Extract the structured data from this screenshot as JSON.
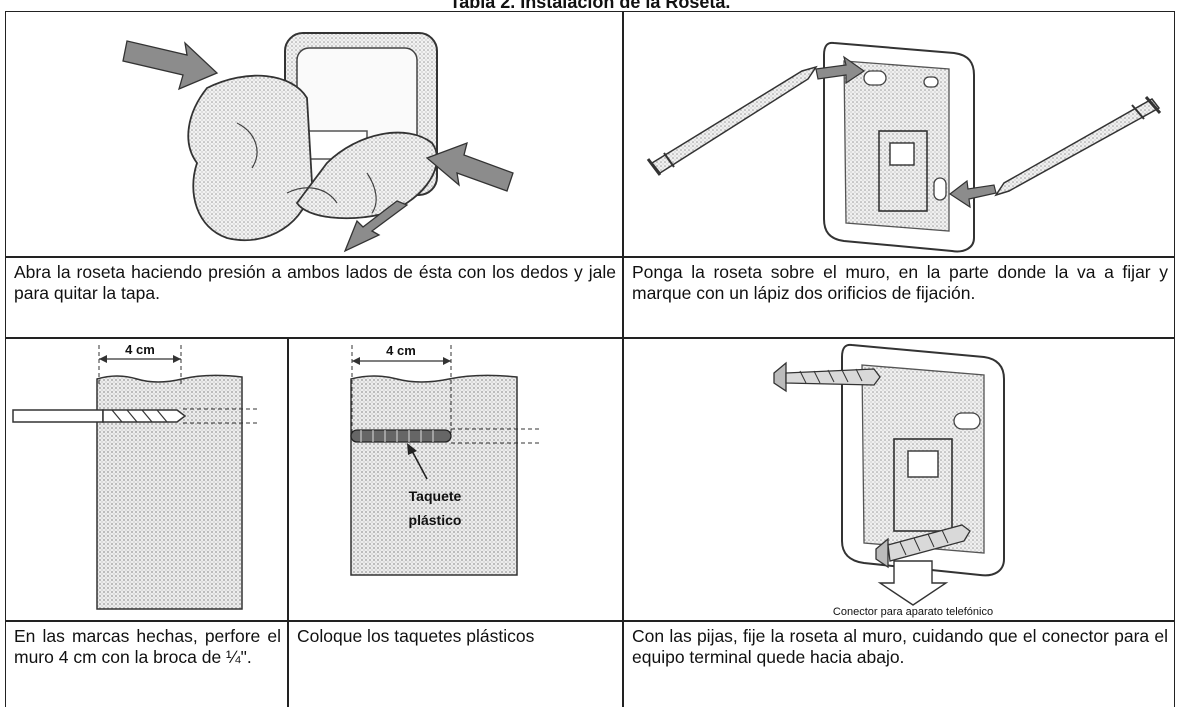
{
  "table": {
    "title": "Tabla 2. Instalación de la Roseta."
  },
  "row1": {
    "left_caption": "Abra la roseta haciendo presión a ambos lados de ésta con los dedos y jale para quitar la tapa.",
    "right_caption": "Ponga la roseta sobre el muro, en la parte donde la va a fijar y marque con un lápiz dos orificios de fijación."
  },
  "row2": {
    "drill_measure": "4 cm",
    "plug_measure": "4 cm",
    "plug_label_line1": "Taquete",
    "plug_label_line2": "plástico",
    "connector_label": "Conector para aparato telefónico"
  },
  "row3": {
    "caption_drill": "En las marcas hechas, perfore el muro 4 cm con la broca de ¼\".",
    "caption_plugs": "Coloque los taquetes plásticos",
    "caption_screws": "Con las pijas, fije la roseta al muro, cuidando que el conector para el equipo terminal quede hacia abajo."
  },
  "colors": {
    "border": "#222222",
    "stipple": "#c8c8c8",
    "arrow": "#8c8c8c"
  }
}
